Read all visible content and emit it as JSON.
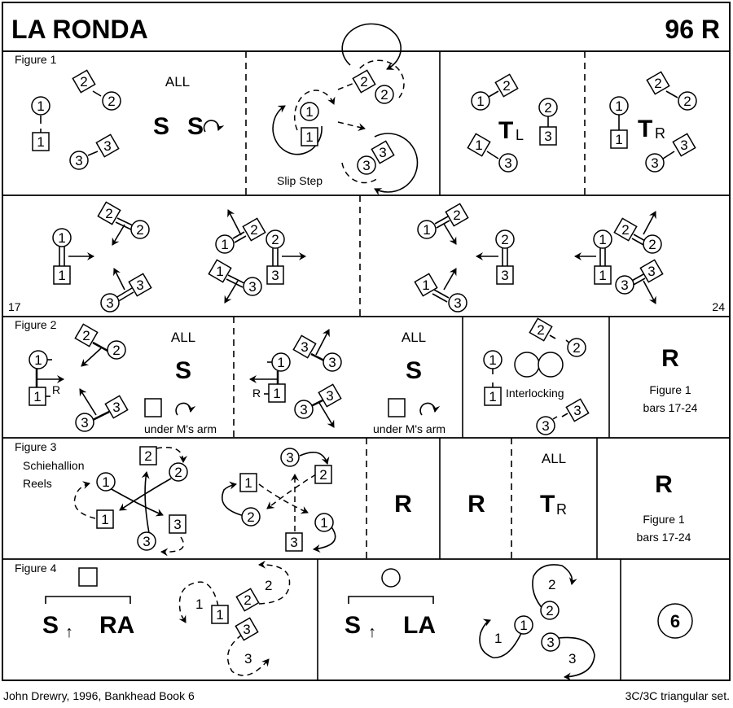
{
  "header": {
    "title": "LA RONDA",
    "code": "96 R"
  },
  "figures": {
    "fig1": {
      "label": "Figure 1",
      "all_label": "ALL",
      "steps": [
        "S",
        "S"
      ],
      "slip_step": "Slip Step",
      "turn_left": {
        "main": "T",
        "sub": "L"
      },
      "turn_right": {
        "main": "T",
        "sub": "R"
      }
    },
    "row2": {
      "bar_start": "17",
      "bar_end": "24"
    },
    "fig2": {
      "label": "Figure 2",
      "all_label": "ALL",
      "step": "S",
      "r_label": "R",
      "under_arm": "under M's arm",
      "interlocking": "Interlocking",
      "repeat": {
        "main": "R",
        "line1": "Figure 1",
        "line2": "bars 17-24"
      }
    },
    "fig3": {
      "label": "Figure 3",
      "sublabel1": "Schiehallion",
      "sublabel2": "Reels",
      "r1": "R",
      "r2": "R",
      "all_label": "ALL",
      "turn_right": {
        "main": "T",
        "sub": "R"
      },
      "repeat": {
        "main": "R",
        "line1": "Figure 1",
        "line2": "bars 17-24"
      }
    },
    "fig4": {
      "label": "Figure 4",
      "men_step": "S",
      "men_action": "RA",
      "women_step": "S",
      "women_action": "LA",
      "arrow_up": "↑",
      "path_labels": [
        "1",
        "2",
        "3"
      ],
      "final_circle": "6"
    }
  },
  "dancers": {
    "men": [
      "1",
      "2",
      "3"
    ],
    "women": [
      "1",
      "2",
      "3"
    ]
  },
  "footer": {
    "left": "John Drewry, 1996, Bankhead Book 6",
    "right": "3C/3C  triangular set."
  }
}
